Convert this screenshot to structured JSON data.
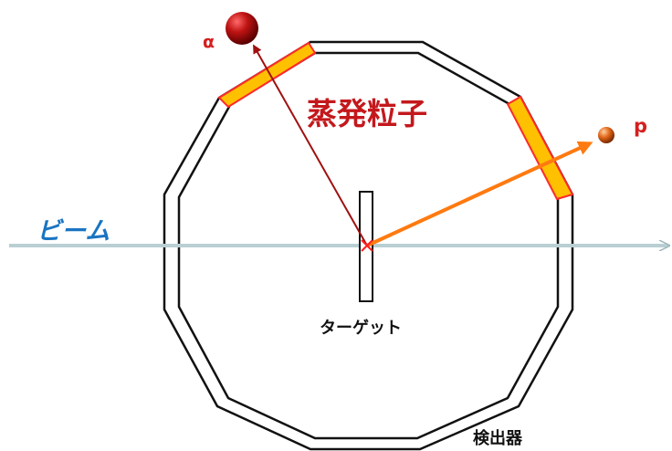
{
  "labels": {
    "alpha": "α",
    "proton": "p",
    "evaporated_particles": "蒸発粒子",
    "beam": "ビーム",
    "target": "ターゲット",
    "detector": "検出器"
  },
  "colors": {
    "alpha_text": "#d42020",
    "proton_text": "#d42020",
    "evaporated_text": "#c4181c",
    "beam_text": "#1a74c2",
    "beam_line": "#b9cfd3",
    "alpha_arrow": "#a01010",
    "proton_arrow": "#ff7a10",
    "detector_fill": "#ffc000",
    "detector_edge": "#ff2a2a",
    "target_point": "#ff2020"
  },
  "icons": {
    "alpha_particle": "dark-red-sphere",
    "proton_particle": "orange-sphere"
  }
}
